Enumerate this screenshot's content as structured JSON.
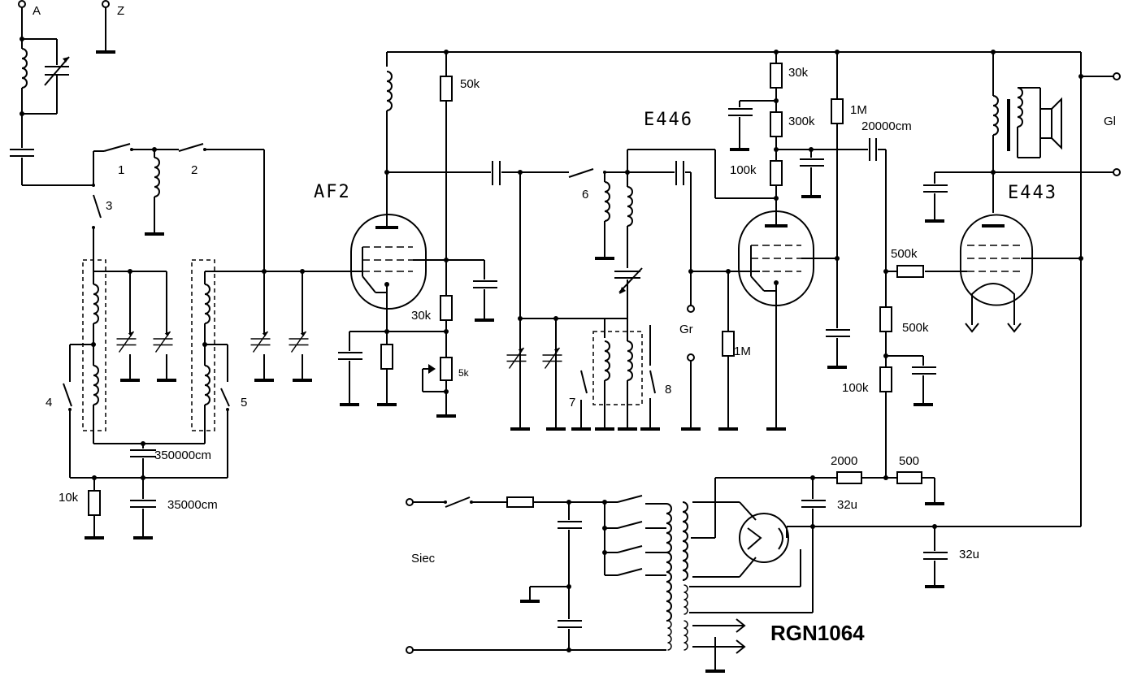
{
  "terminals": {
    "antenna": "A",
    "ground": "Z",
    "gramophone": "Gr",
    "loudspeaker_out": "Gl",
    "mains": "Siec"
  },
  "tubes": {
    "rf": "AF2",
    "detector": "E446",
    "output": "E443",
    "rectifier": "RGN1064"
  },
  "switch_labels": [
    "1",
    "2",
    "3",
    "4",
    "5",
    "6",
    "7",
    "8"
  ],
  "values": {
    "r50k": "50k",
    "r30k_a": "30k",
    "pot5k": "5k",
    "r30k_b": "30k",
    "r300k": "300k",
    "r100k_a": "100k",
    "r1M_a": "1M",
    "c20000": "20000cm",
    "r1M_b": "1M",
    "r500k_a": "500k",
    "r500k_b": "500k",
    "r100k_b": "100k",
    "c350000": "350000cm",
    "c35000": "35000cm",
    "r10k": "10k",
    "r2000": "2000",
    "r500": "500",
    "c32u_a": "32u",
    "c32u_b": "32u"
  }
}
